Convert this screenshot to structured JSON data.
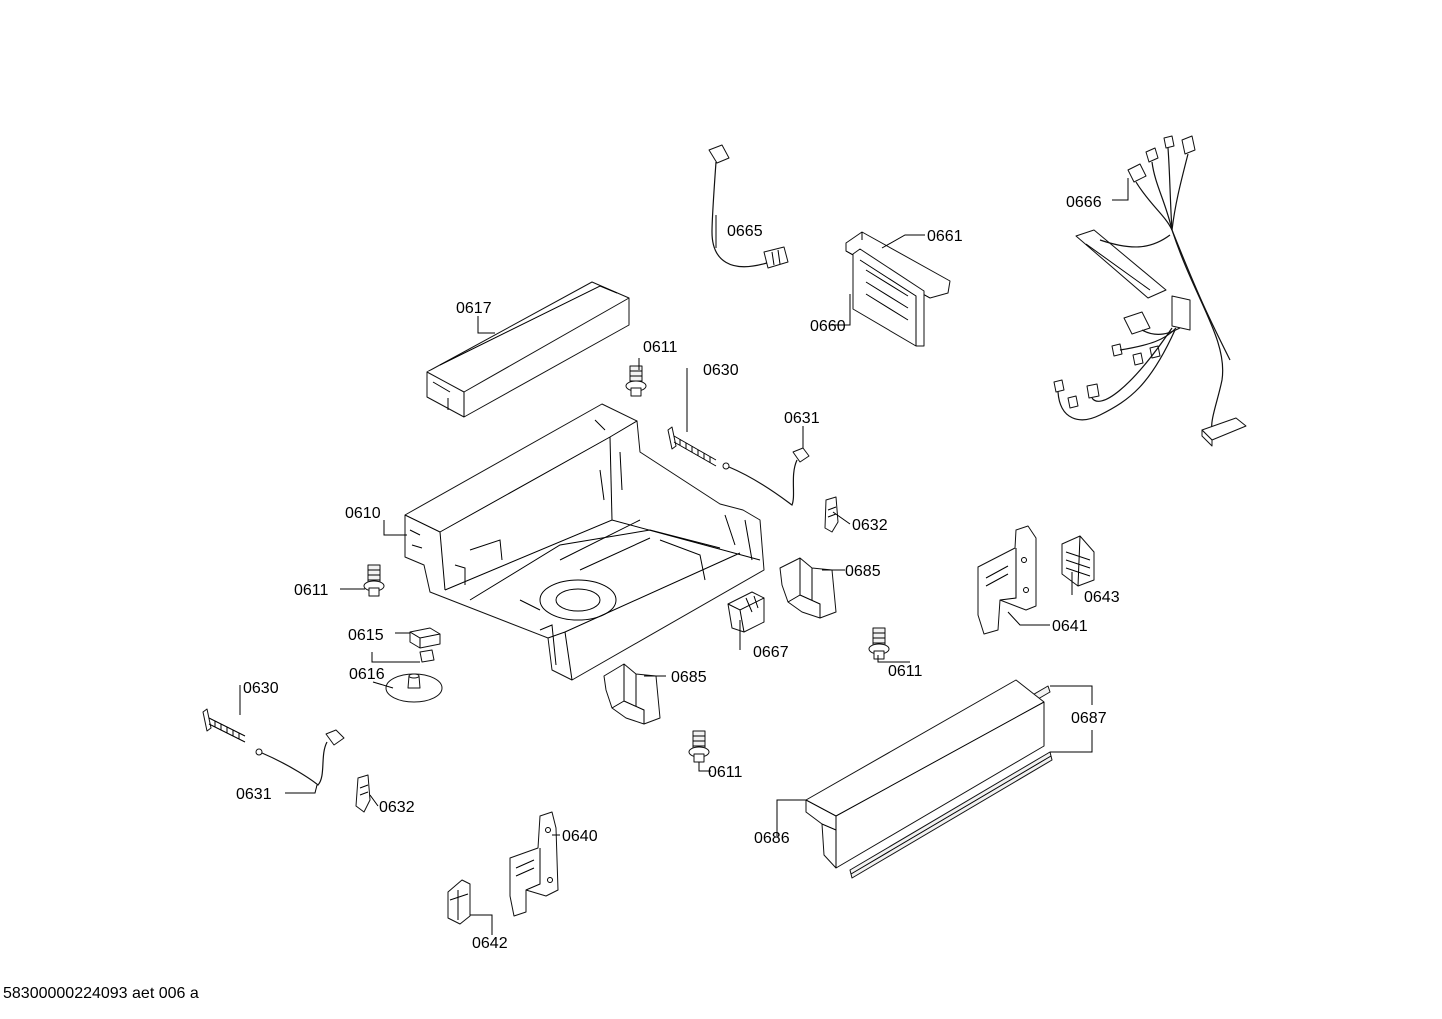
{
  "labels": {
    "p0610": "0610",
    "p0611a": "0611",
    "p0611b": "0611",
    "p0611c": "0611",
    "p0611d": "0611",
    "p0615": "0615",
    "p0616": "0616",
    "p0617": "0617",
    "p0630a": "0630",
    "p0630b": "0630",
    "p0631a": "0631",
    "p0631b": "0631",
    "p0632a": "0632",
    "p0632b": "0632",
    "p0640": "0640",
    "p0641": "0641",
    "p0642": "0642",
    "p0643": "0643",
    "p0660": "0660",
    "p0661": "0661",
    "p0665": "0665",
    "p0666": "0666",
    "p0667": "0667",
    "p0685a": "0685",
    "p0685b": "0685",
    "p0686": "0686",
    "p0687": "0687"
  },
  "footer": "58300000224093 aet 006 a"
}
